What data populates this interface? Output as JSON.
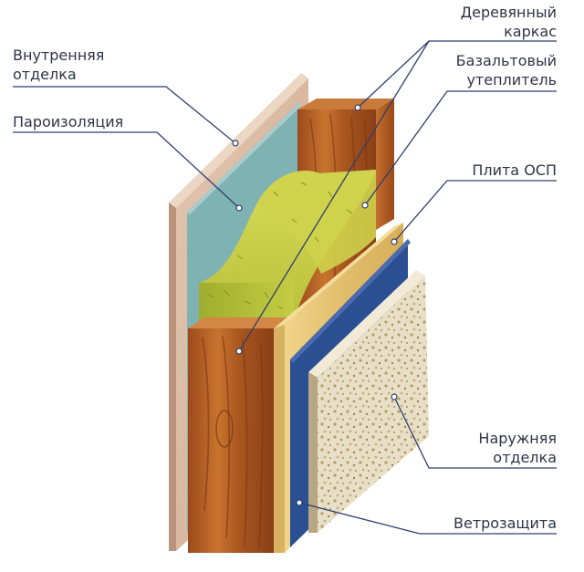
{
  "labels": {
    "inner_finish": {
      "line1": "Внутренняя",
      "line2": "отделка"
    },
    "vapor_barrier": "Пароизоляция",
    "wood_frame": {
      "line1": "Деревянный",
      "line2": "каркас"
    },
    "basalt_insulation": {
      "line1": "Базальтовый",
      "line2": "утеплитель"
    },
    "osb_board": "Плита ОСП",
    "outer_finish": {
      "line1": "Наружняя",
      "line2": "отделка"
    },
    "wind_barrier": "Ветрозащита"
  },
  "colors": {
    "leader_line": "#2f3e6e",
    "inner_finish": "#d9b8a2",
    "vapor_barrier": "#7fb2b2",
    "wood": "#b5612a",
    "insulation": "#b8c23a",
    "osb": "#e8c67a",
    "wind_barrier": "#2b4f93",
    "outer_finish": "#e6ddc6"
  }
}
